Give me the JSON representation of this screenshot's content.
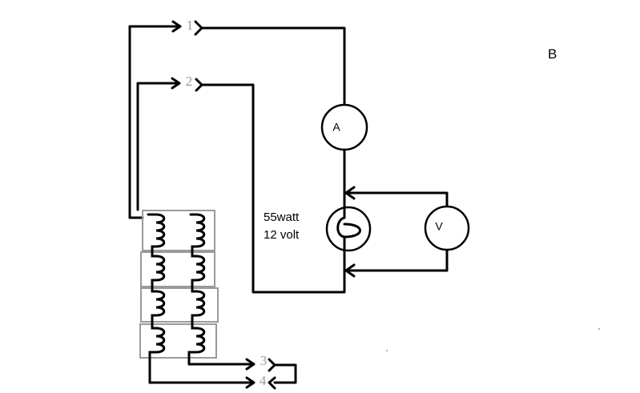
{
  "corner_label": "B",
  "terminals": [
    {
      "id": "t1",
      "label": "1"
    },
    {
      "id": "t2",
      "label": "2"
    },
    {
      "id": "t3",
      "label": "3"
    },
    {
      "id": "t4",
      "label": "4"
    }
  ],
  "ammeter": {
    "label": "A"
  },
  "voltmeter": {
    "label": "V"
  },
  "lamp": {
    "power_label": "55watt",
    "voltage_label": "12 volt"
  },
  "coil_sections": 4,
  "colors": {
    "wire": "#000000",
    "terminal_number": "#9a9a9a",
    "coil_outline": "#9a9a9a"
  }
}
